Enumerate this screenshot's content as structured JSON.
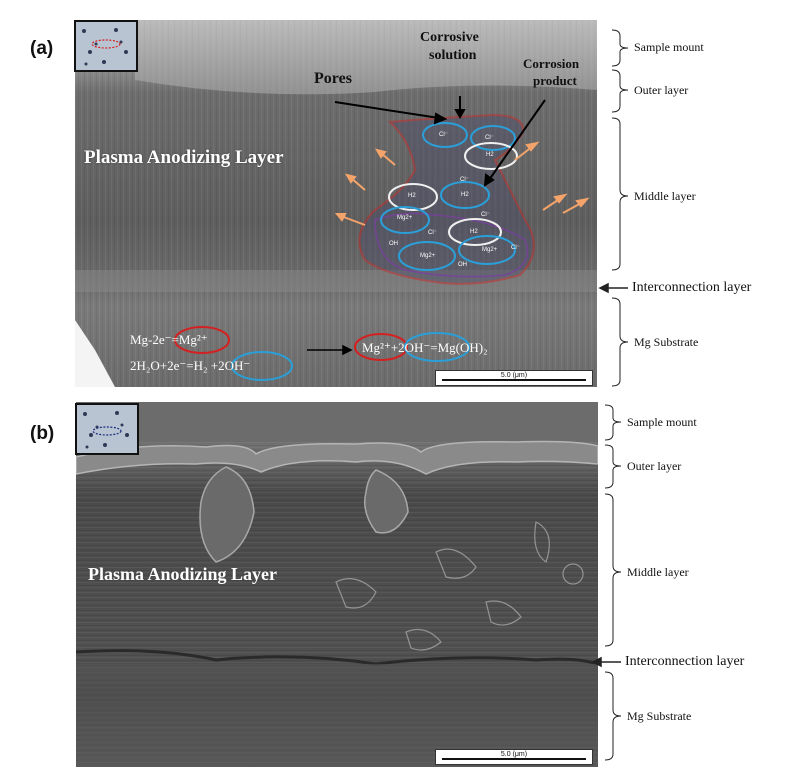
{
  "panel_a": {
    "letter": "(a)",
    "title": "Plasma Anodizing Layer",
    "annotations": {
      "corrosive_solution_line1": "Corrosive",
      "corrosive_solution_line2": "solution",
      "pores": "Pores",
      "corrosion_product_line1": "Corrosion",
      "corrosion_product_line2": "product"
    },
    "ions": [
      "Cl⁻",
      "Cl⁻",
      "H2",
      "Cl⁻",
      "H2",
      "H2",
      "Mg2+",
      "Cl⁻",
      "H2",
      "OH",
      "Cl⁻",
      "Mg2+",
      "Mg2+",
      "Cl⁻",
      "OH"
    ],
    "equations": {
      "eq1": "Mg-2e⁻=Mg²⁺",
      "eq2": "2H₂O+2e⁻=H₂ +2OH⁻",
      "eq3": "Mg²⁺+2OH⁻=Mg(OH)₂"
    },
    "scale_bar": "5.0 (μm)",
    "layers": {
      "sample_mount": "Sample mount",
      "outer": "Outer layer",
      "middle": "Middle layer",
      "interconnection": "Interconnection layer",
      "substrate": "Mg Substrate"
    },
    "colors": {
      "red_outline": "#d42020",
      "blue_outline": "#2a9fd8",
      "arrow_orange": "#f4a46a"
    }
  },
  "panel_b": {
    "letter": "(b)",
    "title": "Plasma Anodizing Layer",
    "scale_bar": "5.0 (μm)",
    "layers": {
      "sample_mount": "Sample mount",
      "outer": "Outer layer",
      "middle": "Middle layer",
      "interconnection": "Interconnection layer",
      "substrate": "Mg Substrate"
    }
  }
}
